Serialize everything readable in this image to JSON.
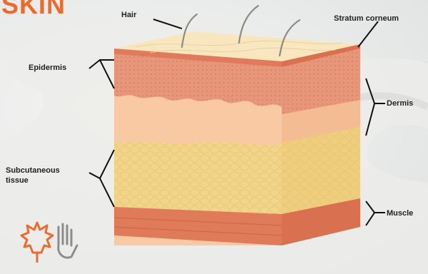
{
  "title": "SKIN",
  "labels": {
    "hair": "Hair",
    "stratum_corneum": "Stratum corneum",
    "epidermis": "Epidermis",
    "dermis": "Dermis",
    "subcutaneous_tissue": "Subcutaneous\ntissue",
    "muscle": "Muscle"
  },
  "colors": {
    "title": "#ec6a2c",
    "epidermis": "#e8967a",
    "dermis": "#f9c9a4",
    "subcutaneous": "#f2d58a",
    "muscle": "#e07b5a",
    "top": "#f8e6bf"
  }
}
